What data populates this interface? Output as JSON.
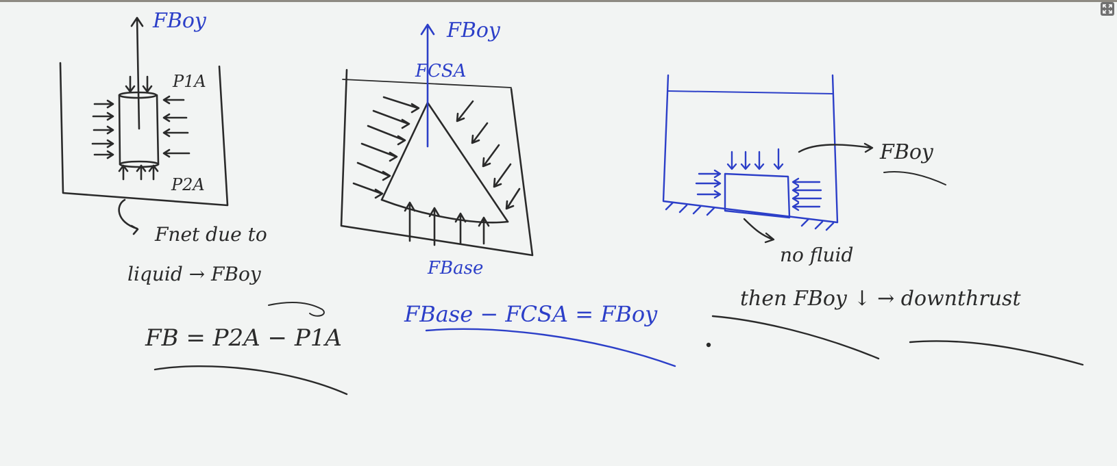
{
  "colors": {
    "board": "#f2f4f3",
    "ink_black": "#2a2a2a",
    "ink_blue": "#2c3fc8"
  },
  "icons": {
    "expand": "expand-icon"
  },
  "diagram1": {
    "top_force": "FBoy",
    "p1": "P1A",
    "p2": "P2A",
    "note_line1": "Fnet due to",
    "note_line2": "liquid → FBoy",
    "equation": "FB = P2A − P1A"
  },
  "diagram2": {
    "top_force": "FBoy",
    "fcsa": "FCSA",
    "fbase": "FBase",
    "equation": "FBase − FCSA = FBoy"
  },
  "diagram3": {
    "force_label": "FBoy",
    "no_fluid": "no fluid",
    "then_line": "then FBoy ↓ → downthrust"
  }
}
